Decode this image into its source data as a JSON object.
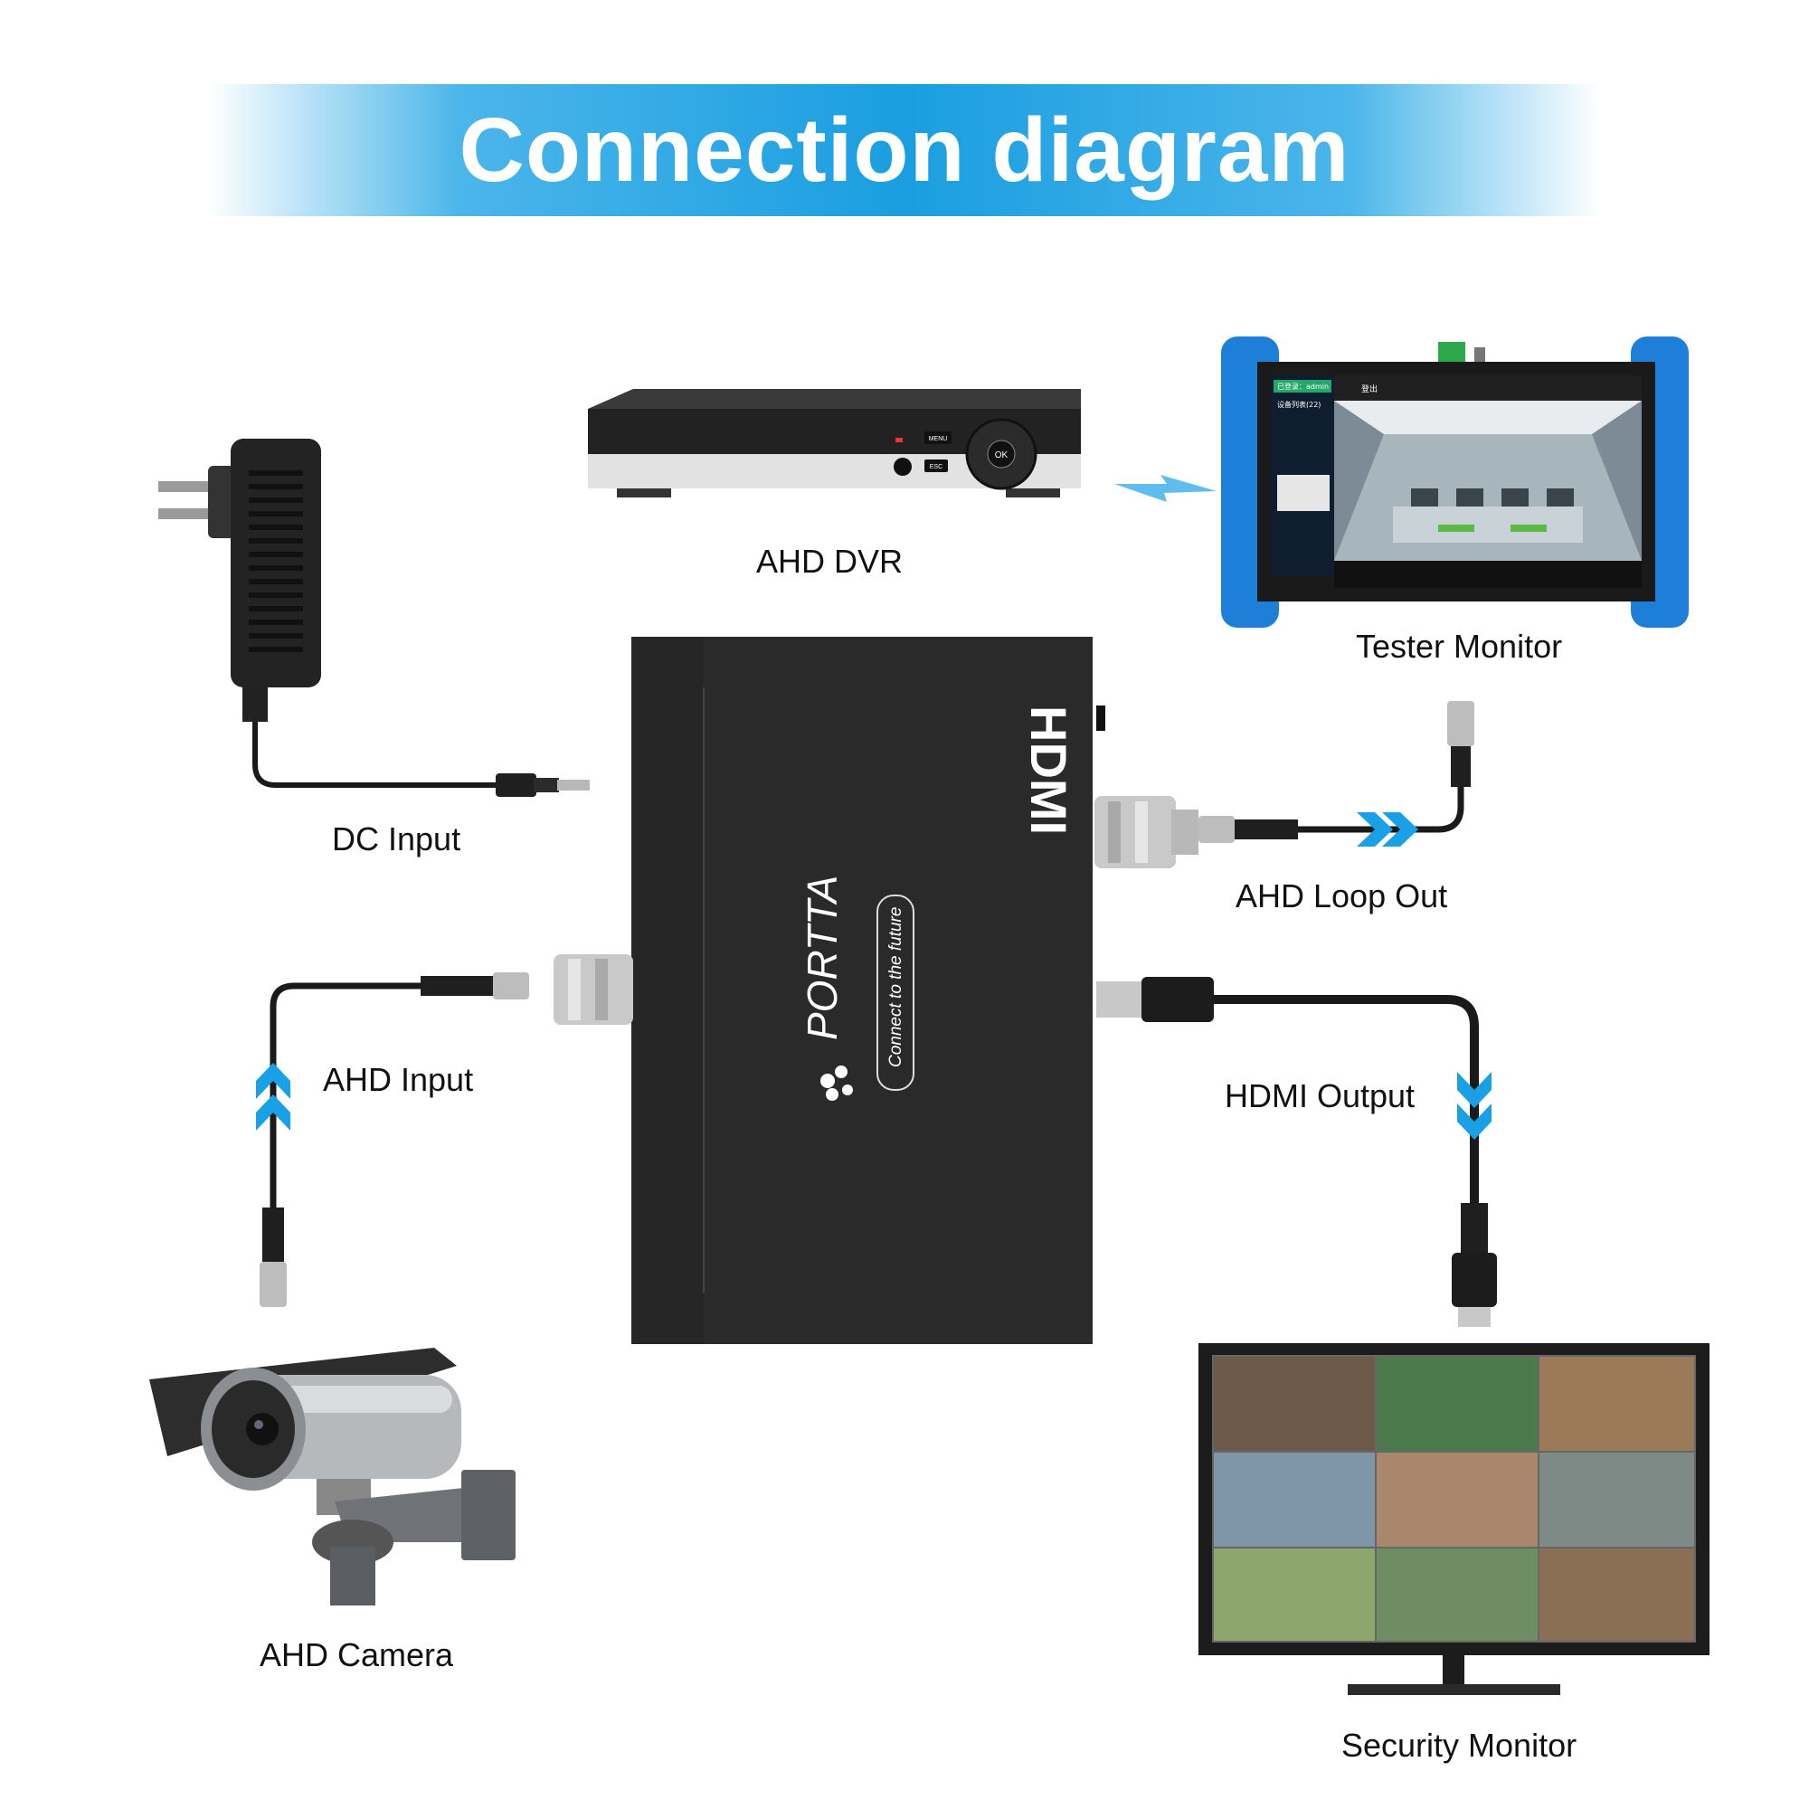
{
  "title": "Connection diagram",
  "labels": {
    "dvr": "AHD DVR",
    "tester": "Tester Monitor",
    "dc_input": "DC Input",
    "ahd_loop_out": "AHD Loop Out",
    "ahd_input": "AHD Input",
    "hdmi_output": "HDMI Output",
    "camera": "AHD Camera",
    "security_monitor": "Security Monitor"
  },
  "device": {
    "brand": "PORTTA",
    "tagline": "Connect to the future",
    "port_label": "HDMI"
  },
  "dvr_buttons": {
    "menu": "MENU",
    "esc": "ESC",
    "ok": "OK"
  },
  "tester_screen": {
    "login": "已登录：admin",
    "logout": "登出",
    "list": "设备列表(22)"
  },
  "colors": {
    "banner": "#1a9ee0",
    "arrow": "#1aa0e6",
    "device": "#2a2a2a",
    "tester_body": "#1e7fd8"
  }
}
